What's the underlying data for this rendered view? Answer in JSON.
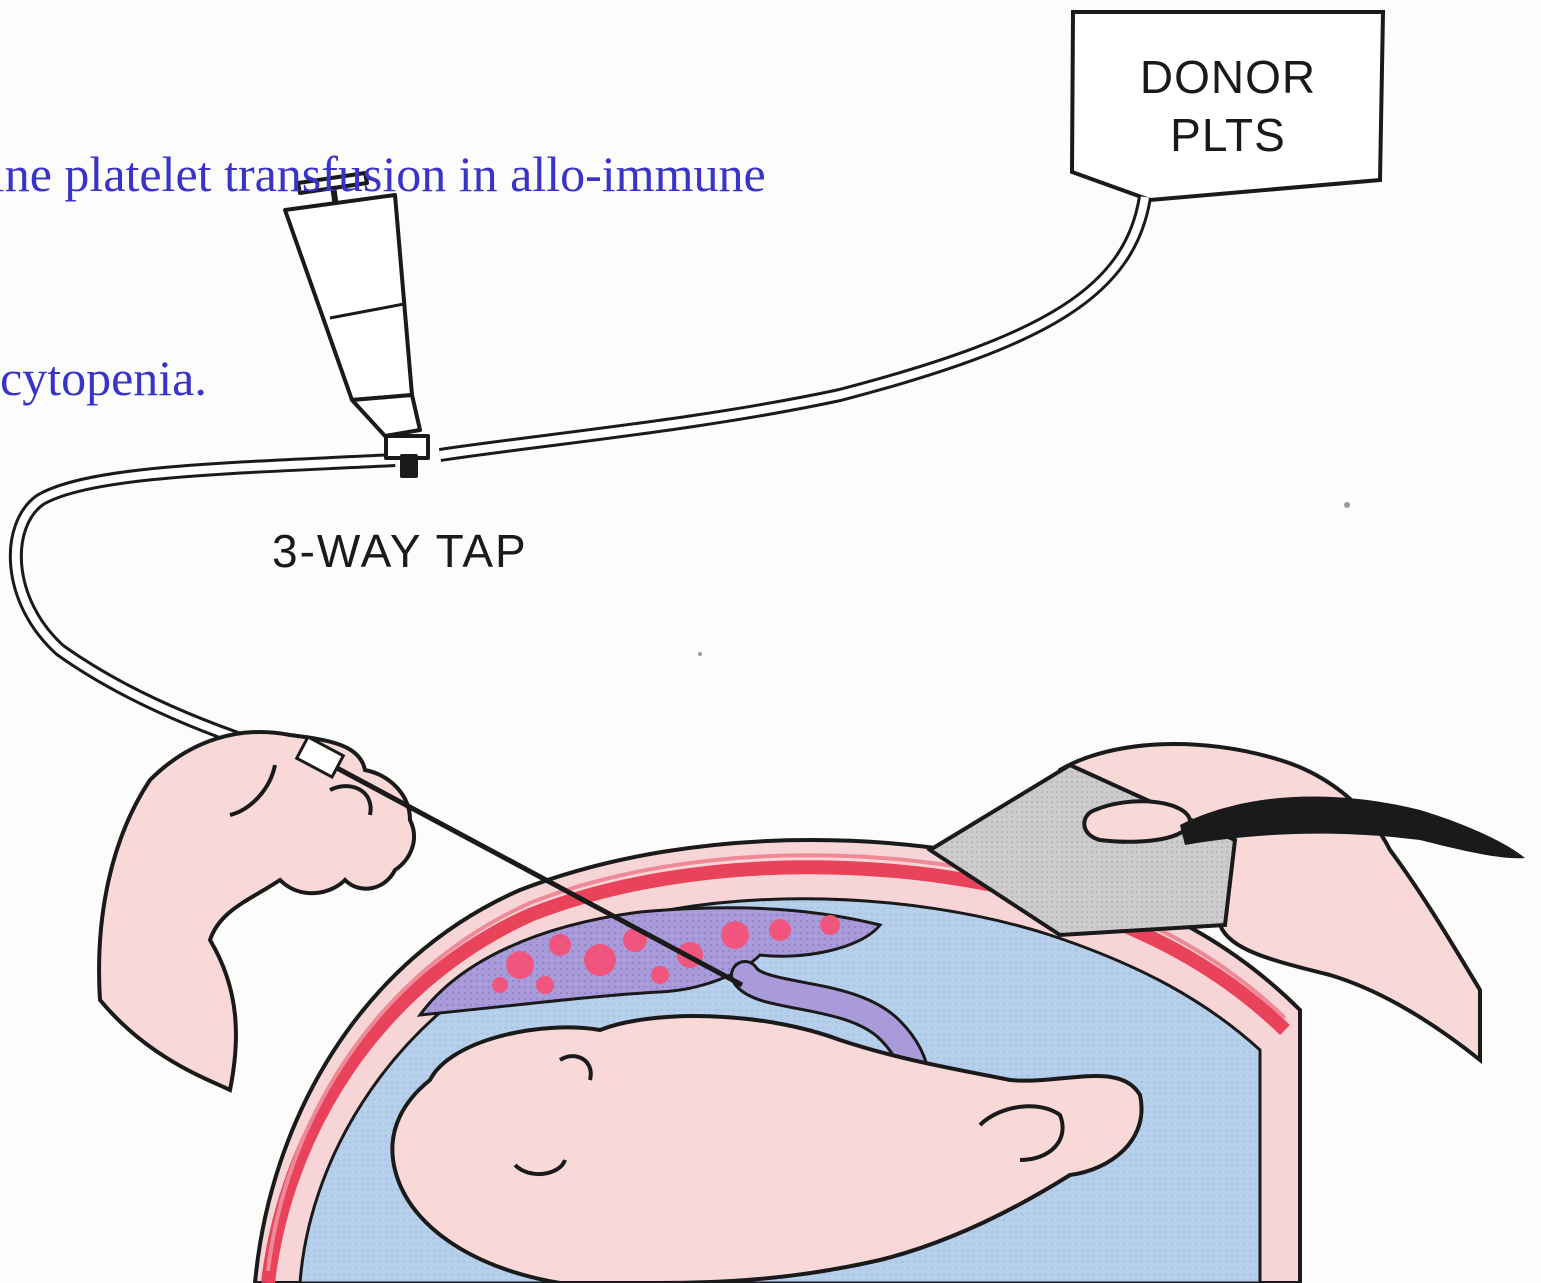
{
  "caption": {
    "line1": "erine platelet transfusion in allo-immune",
    "line2": "cytopenia."
  },
  "labels": {
    "bag_line1": "DONOR",
    "bag_line2": "PLTS",
    "tap": "3-WAY TAP"
  },
  "colors": {
    "caption_text": "#3a33c8",
    "skin": "#f9d9d7",
    "amniotic_fluid": "#b9d3ee",
    "uterine_wall": "#e8435b",
    "placenta": "#a89ad6",
    "gauze": "#c8c6c8"
  }
}
